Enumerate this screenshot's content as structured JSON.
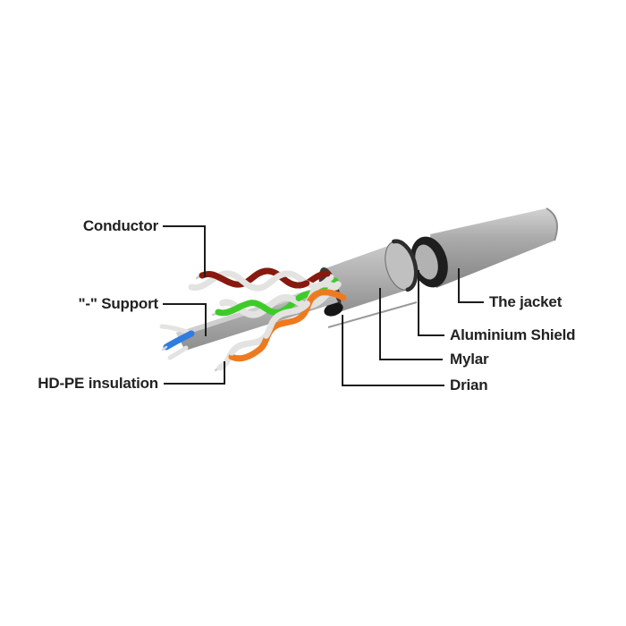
{
  "diagram": {
    "description": "Cutaway illustration of an FTP network cable with four twisted pairs, central support spline, foil layers and outer jacket",
    "labels": {
      "conductor": "Conductor",
      "support": "\"-\" Support",
      "hdpe_insulation": "HD-PE insulation",
      "jacket": "The jacket",
      "aluminium_shield": "Aluminium Shield",
      "mylar": "Mylar",
      "drain": "Drian"
    },
    "colors": {
      "pair_brown": "#87190e",
      "pair_green": "#3ecb2a",
      "pair_orange": "#ee7a20",
      "wire_blue": "#2f7de0",
      "wire_white": "#e3e3e1",
      "cable_grey": "#adadad",
      "shield_black": "#1e1e1e",
      "leader_line": "#1c1c1c",
      "text": "#222222"
    }
  }
}
